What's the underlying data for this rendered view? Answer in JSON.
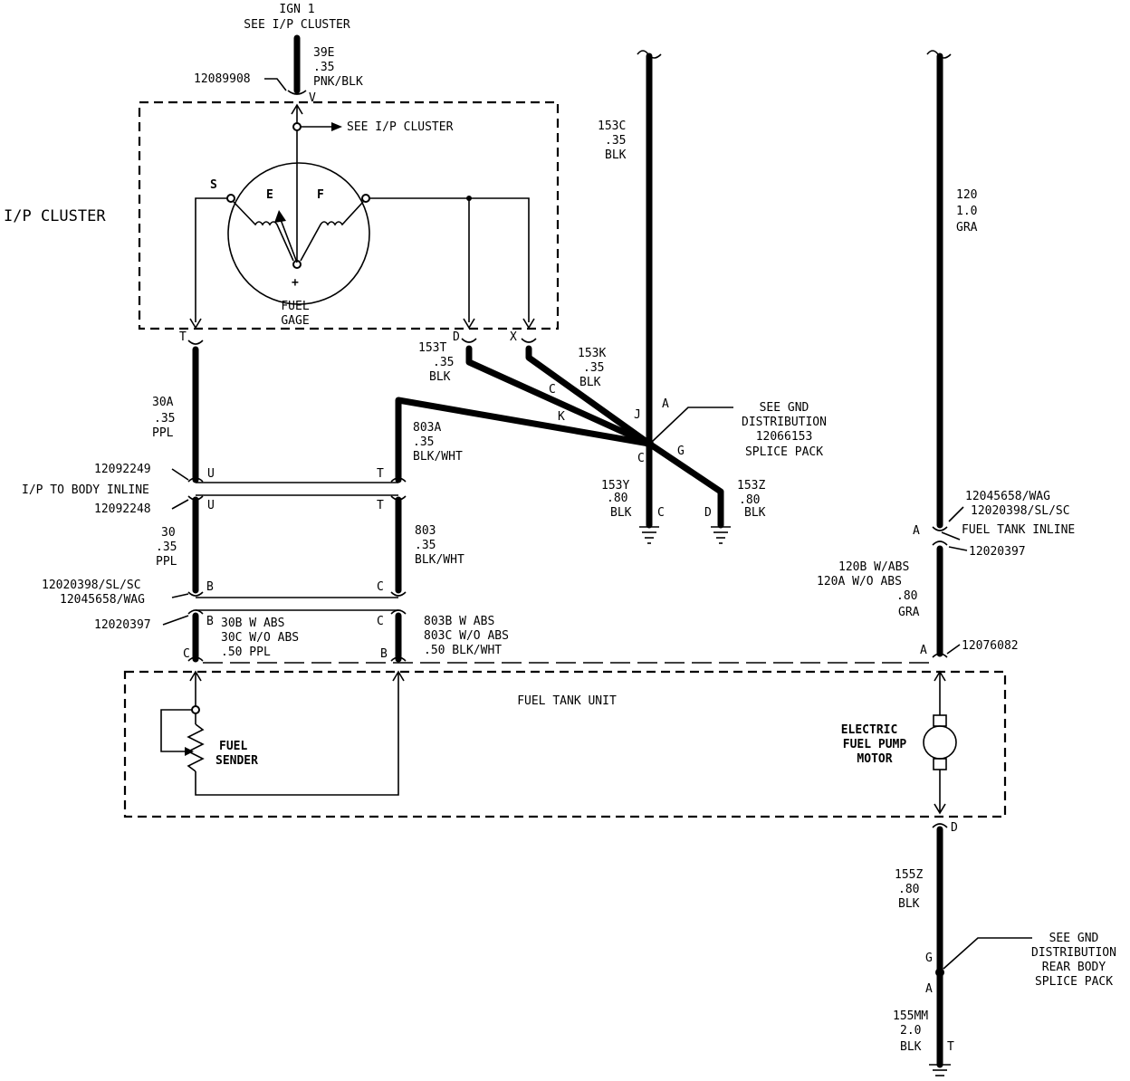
{
  "top": {
    "line1": "IGN 1",
    "line2": "SEE I/P CLUSTER"
  },
  "wire39e": {
    "id": "39E",
    "size": ".35",
    "color": "PNK/BLK",
    "terminal": "12089908",
    "pin": "V"
  },
  "cluster": {
    "label": "I/P CLUSTER",
    "see": "SEE I/P CLUSTER",
    "gauge_l1": "FUEL",
    "gauge_l2": "GAGE",
    "s": "S",
    "e": "E",
    "f": "F",
    "plus": "+",
    "pinT": "T",
    "pinD": "D",
    "pinX": "X"
  },
  "w153c": {
    "id": "153C",
    "size": ".35",
    "color": "BLK"
  },
  "w120": {
    "id": "120",
    "size": "1.0",
    "color": "GRA"
  },
  "w153t": {
    "id": "153T",
    "size": ".35",
    "color": "BLK"
  },
  "w153k": {
    "id": "153K",
    "size": ".35",
    "color": "BLK"
  },
  "w30a": {
    "id": "30A",
    "size": ".35",
    "color": "PPL"
  },
  "w803a": {
    "id": "803A",
    "size": ".35",
    "color": "BLK/WHT"
  },
  "splice": {
    "see": "SEE GND",
    "dist": "DISTRIBUTION",
    "num": "12066153",
    "pack": "SPLICE PACK",
    "pinA": "A",
    "pinJ": "J",
    "pinC": "C",
    "pinG": "G",
    "wireC": "C",
    "wireK": "K"
  },
  "w153y": {
    "id": "153Y",
    "size": ".80",
    "color": "BLK",
    "pin": "C"
  },
  "w153z": {
    "id": "153Z",
    "size": ".80",
    "color": "BLK",
    "pin": "D"
  },
  "inline1": {
    "upper": "12092249",
    "label": "I/P TO BODY INLINE",
    "lower": "12092248",
    "pinU1": "U",
    "pinU2": "U",
    "pinT1": "T",
    "pinT2": "T"
  },
  "w30": {
    "id": "30",
    "size": ".35",
    "color": "PPL"
  },
  "w803": {
    "id": "803",
    "size": ".35",
    "color": "BLK/WHT"
  },
  "conn2": {
    "upper1": "12020398/SL/SC",
    "upper2": "12045658/WAG",
    "lower": "12020397",
    "pinB1": "B",
    "pinB2": "B",
    "pinC1": "C",
    "pinC2": "C",
    "pinC3": "C",
    "pinB3": "B"
  },
  "w30b": {
    "l1": "30B W ABS",
    "l2": "30C W/O ABS",
    "l3": ".50 PPL"
  },
  "w803b": {
    "l1": "803B W ABS",
    "l2": "803C W/O ABS",
    "l3": ".50 BLK/WHT"
  },
  "ftinline": {
    "upper1": "12045658/WAG",
    "upper2": "12020398/SL/SC",
    "label": "FUEL TANK INLINE",
    "lower": "12020397",
    "pin": "A"
  },
  "w120b": {
    "l1": "120B W/ABS",
    "l2": "120A W/O ABS",
    "l3": ".80",
    "l4": "GRA",
    "term": "12076082",
    "pin": "A"
  },
  "tank": {
    "label": "FUEL TANK UNIT",
    "sender1": "FUEL",
    "sender2": "SENDER",
    "pump1": "ELECTRIC",
    "pump2": "FUEL PUMP",
    "pump3": "MOTOR",
    "pinD": "D"
  },
  "w155z": {
    "id": "155Z",
    "size": ".80",
    "color": "BLK"
  },
  "rear": {
    "see": "SEE GND",
    "dist": "DISTRIBUTION",
    "body": "REAR BODY",
    "pack": "SPLICE PACK",
    "pinG": "G",
    "pinA": "A"
  },
  "w155mm": {
    "id": "155MM",
    "size": "2.0",
    "color": "BLK",
    "pin": "T"
  }
}
